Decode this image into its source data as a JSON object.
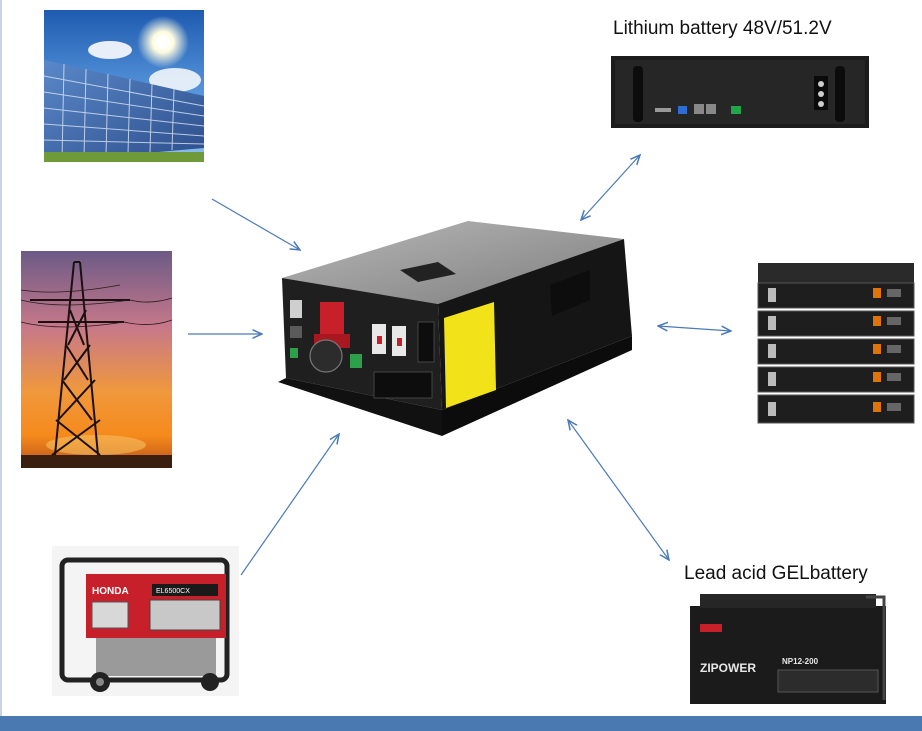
{
  "labels": {
    "lithium_battery": "Lithium battery  48V/51.2V",
    "lead_acid": "Lead acid GELbattery"
  },
  "devices": {
    "generator_brand": "HONDA",
    "generator_model": "EL6500CX",
    "gel_battery_brand": "ZIPOWER",
    "gel_battery_model": "NP12-200"
  },
  "colors": {
    "arrow": "#4a7ab8",
    "inverter_body": "#1a1a1a",
    "inverter_top": "#9a9a9a",
    "warning_label": "#f2e21a",
    "generator_red": "#c8202a",
    "frame": "#4a78b0"
  }
}
